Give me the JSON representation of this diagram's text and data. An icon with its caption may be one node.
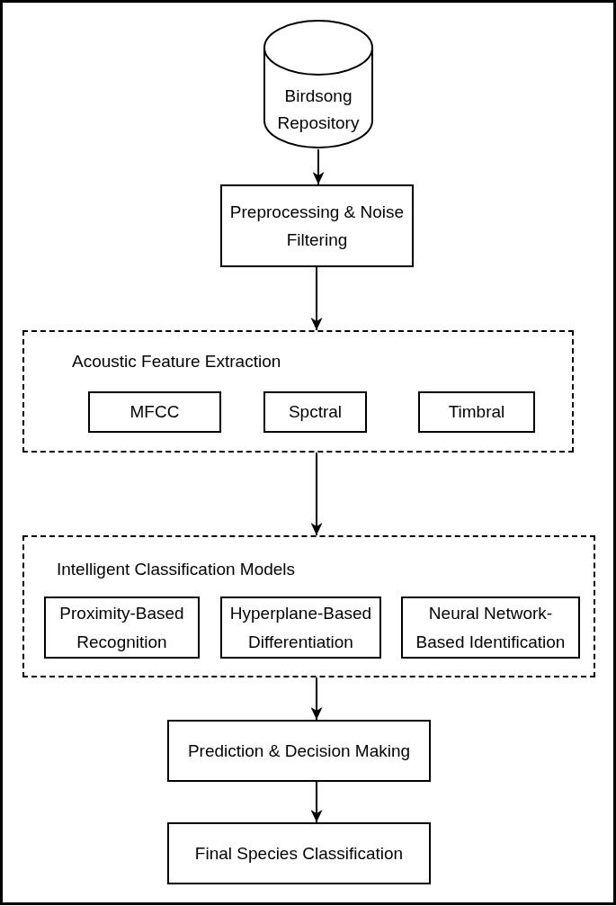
{
  "diagram": {
    "nodes": [
      {
        "text": [
          "Birdsong Repository"
        ]
      },
      {
        "text": [
          "Preprocessing & Noise Filtering"
        ]
      },
      {
        "text": [
          "Acoustic Feature Extraction"
        ]
      },
      {
        "text": [
          "MFCC"
        ],
        "in": 2
      },
      {
        "text": [
          "Spctral"
        ],
        "in": 2
      },
      {
        "text": [
          "Timbral"
        ],
        "in": 2
      },
      {
        "text": [
          "Intelligent Classification Models"
        ]
      },
      {
        "text": [
          "Proximity-Based Recognition"
        ],
        "in": 6
      },
      {
        "text": [
          "Hyperplane-Based Differentiation"
        ],
        "in": 6
      },
      {
        "text": [
          "Neural Network-Based Identification"
        ],
        "in": 6
      },
      {
        "text": [
          "Prediction & Decision Making"
        ]
      },
      {
        "text": [
          "Final Species Classification"
        ]
      }
    ],
    "edges": [
      {
        "from": 0,
        "to": 1,
        "arrow": "to"
      },
      {
        "from": 1,
        "to": 2,
        "arrow": "to"
      },
      {
        "from": 2,
        "to": 6,
        "arrow": "to"
      },
      {
        "from": 6,
        "to": 10,
        "arrow": "to"
      },
      {
        "from": 10,
        "to": 11,
        "arrow": "to"
      }
    ]
  }
}
